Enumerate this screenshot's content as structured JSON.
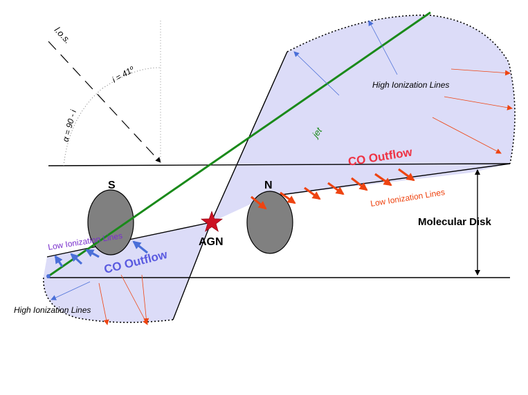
{
  "labels": {
    "los": "l.o.s.",
    "inclination": "i = 41º",
    "alpha": "α = 90 - i",
    "jet": "jet",
    "co_outflow_north": "CO Outflow",
    "co_outflow_south": "CO Outflow",
    "high_ion_north": "High Ionization Lines",
    "high_ion_south": "High Ionization Lines",
    "low_ion_north": "Low Ionization Lines",
    "low_ion_south": "Low Ionization Lines",
    "north": "N",
    "south": "S",
    "agn": "AGN",
    "molecular_disk": "Molecular Disk"
  },
  "colors": {
    "cone_fill": "#dcdcf8",
    "jet": "#1a8a1a",
    "blue": "#4a6fd8",
    "red": "#ee4411",
    "co_north": "#ee3344",
    "co_south": "#5a5ae0",
    "low_south": "#7a30cc",
    "agn_star": "#cc1122",
    "blob": "#808080"
  }
}
